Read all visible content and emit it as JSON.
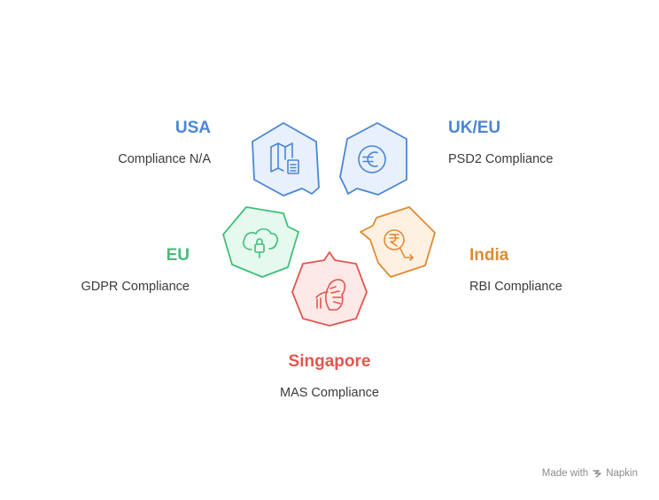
{
  "regions": [
    {
      "key": "usa",
      "title": "USA",
      "subtitle": "Compliance N/A",
      "color": "#4a86d6",
      "fill": "#e8f0fc",
      "icon": "map-with-document-icon"
    },
    {
      "key": "ukeu",
      "title": "UK/EU",
      "subtitle": "PSD2 Compliance",
      "color": "#4a86d6",
      "fill": "#e8f0fc",
      "icon": "euro-coin-icon"
    },
    {
      "key": "eu",
      "title": "EU",
      "subtitle": "GDPR Compliance",
      "color": "#3fbf7a",
      "fill": "#e6f9ee",
      "icon": "cloud-lock-icon"
    },
    {
      "key": "india",
      "title": "India",
      "subtitle": "RBI Compliance",
      "color": "#e08a33",
      "fill": "#fff1e2",
      "icon": "rupee-coin-arrow-icon"
    },
    {
      "key": "singapore",
      "title": "Singapore",
      "subtitle": "MAS Compliance",
      "color": "#e0574f",
      "fill": "#fde9e8",
      "icon": "merlion-icon"
    }
  ],
  "credit": {
    "prefix": "Made with",
    "brand": "Napkin",
    "icon": "napkin-logo-icon"
  }
}
